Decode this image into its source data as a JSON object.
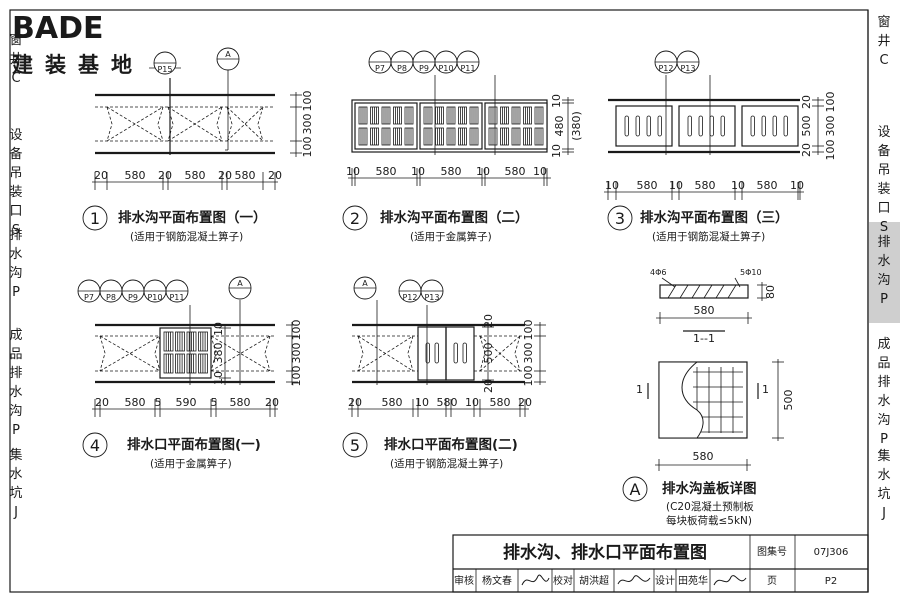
{
  "logo": {
    "brand": "BADE",
    "brand_cn": "建装基地"
  },
  "sidebar": [
    {
      "chars": "窗井",
      "code": "C",
      "active": false
    },
    {
      "chars": "设备吊装口",
      "code": "S",
      "active": false
    },
    {
      "chars": "排水沟",
      "code": "P",
      "active": true
    },
    {
      "chars": "成品排水沟",
      "code": "P",
      "active": false
    },
    {
      "chars": "集水坑",
      "code": "J",
      "active": false
    }
  ],
  "figures": [
    {
      "id": "fig1",
      "number": "1",
      "title": "排水沟平面布置图（一）",
      "subtitle": "(适用于钢筋混凝土箅子)",
      "refs": [
        "P15"
      ],
      "ref_detail": "A",
      "dims_h": [
        "20",
        "580",
        "20",
        "580",
        "20",
        "580",
        "20"
      ],
      "dims_v": [
        "100",
        "300",
        "100"
      ]
    },
    {
      "id": "fig2",
      "number": "2",
      "title": "排水沟平面布置图（二）",
      "subtitle": "(适用于金属箅子)",
      "refs": [
        "P7",
        "P8",
        "P9",
        "P10",
        "P11"
      ],
      "dims_h": [
        "10",
        "580",
        "10",
        "580",
        "10",
        "580",
        "10"
      ],
      "dims_v": [
        "10",
        "480",
        "(380)",
        "10"
      ]
    },
    {
      "id": "fig3",
      "number": "3",
      "title": "排水沟平面布置图（三）",
      "subtitle": "(适用于钢筋混凝土箅子)",
      "refs": [
        "P12",
        "P13"
      ],
      "dims_h": [
        "10",
        "580",
        "10",
        "580",
        "10",
        "580",
        "10"
      ],
      "dims_v": [
        "20",
        "500",
        "20",
        "100",
        "300",
        "100"
      ]
    },
    {
      "id": "fig4",
      "number": "4",
      "title": "排水口平面布置图(一)",
      "subtitle": "(适用于金属箅子)",
      "refs": [
        "P7",
        "P8",
        "P9",
        "P10",
        "P11"
      ],
      "ref_detail": "A",
      "dims_h": [
        "20",
        "580",
        "5",
        "590",
        "5",
        "580",
        "20"
      ],
      "dims_v": [
        "10",
        "380",
        "10",
        "100",
        "300",
        "100"
      ]
    },
    {
      "id": "fig5",
      "number": "5",
      "title": "排水口平面布置图(二)",
      "subtitle": "(适用于钢筋混凝土箅子)",
      "refs": [
        "P12",
        "P13"
      ],
      "ref_detail": "A",
      "dims_h": [
        "20",
        "580",
        "10",
        "580",
        "10",
        "580",
        "20"
      ],
      "dims_v": [
        "20",
        "500",
        "20",
        "100",
        "300",
        "100"
      ]
    }
  ],
  "detail_a": {
    "letter": "A",
    "title": "排水沟盖板详图",
    "note1": "(C20混凝土预制板",
    "note2": "每块板荷载≤5kN)",
    "rebar_top": "4Φ6",
    "rebar_right": "5Φ10",
    "thickness": "80",
    "width": "580",
    "height": "500",
    "section_label": "1--1",
    "section_mark": "1"
  },
  "title_block": {
    "title": "排水沟、排水口平面布置图",
    "atlas_label": "图集号",
    "atlas_no": "07J306",
    "page_label": "页",
    "page_no": "P2",
    "review_label": "审核",
    "reviewer": "杨文春",
    "check_label": "校对",
    "checker": "胡洪超",
    "design_label": "设计",
    "designer": "田苑华"
  }
}
